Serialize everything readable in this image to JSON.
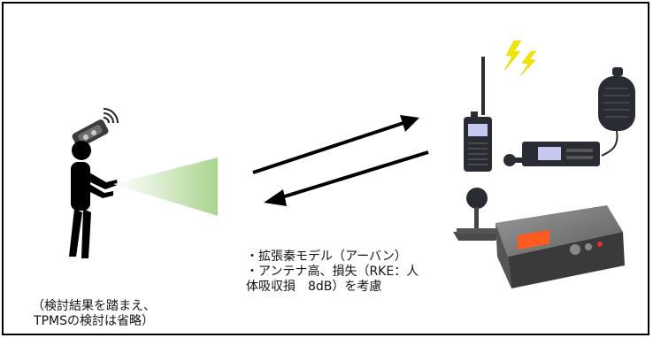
{
  "annotation": {
    "lines": [
      "・拡張秦モデル（アーバン）",
      "・アンテナ高、損失（RKE：人",
      "体吸収損　8dB）を考慮"
    ]
  },
  "note": {
    "lines": [
      "（検討結果を踏まえ、",
      "TPMSの検討は省略）"
    ]
  },
  "colors": {
    "beam": "#b8dca0",
    "lightning": "#f2e600",
    "radio_body": "#2a2c33",
    "screen": "#c6c8f0",
    "base_screen": "#ff5a1f"
  }
}
